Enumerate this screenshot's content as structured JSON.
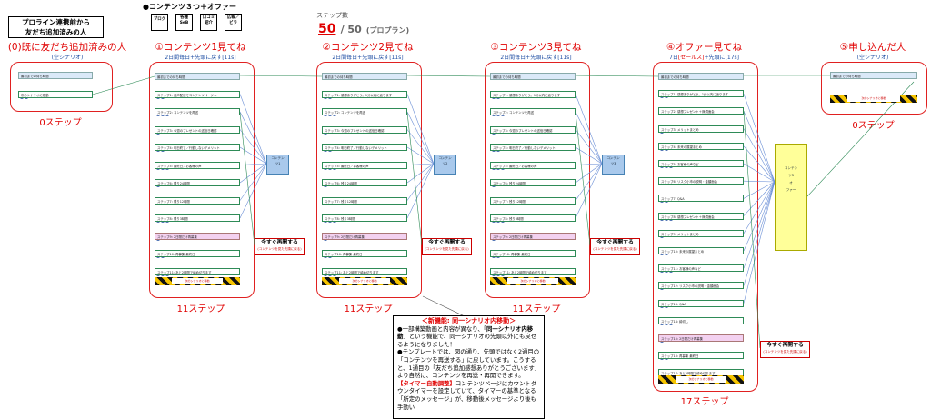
{
  "header": {
    "box_line1": "プロライン連携前から",
    "box_line2": "友だち追加済みの人",
    "offer_heading": "●コンテンツ３つ＋オファー",
    "icons": [
      {
        "name": "blog",
        "label": "ブログ"
      },
      {
        "name": "seminar",
        "label": "各種\nSeB"
      },
      {
        "name": "review",
        "label": "口コミ\n紹介"
      },
      {
        "name": "flyer",
        "label": "広報／\nビラ"
      }
    ],
    "step_label": "ステップ数",
    "step_current": "50",
    "step_total": "/ 50",
    "step_plan": "(プロプラン)"
  },
  "columns": [
    {
      "title": "(0)既に友だち追加済みの人",
      "sub": "(空シナリオ)",
      "steps": "0ステップ"
    },
    {
      "title": "①コンテンツ1見てね",
      "sub": "2日間毎日+先頭に戻す[11s]",
      "steps": "11ステップ"
    },
    {
      "title": "②コンテンツ2見てね",
      "sub": "2日間毎日+先頭に戻す[11s]",
      "steps": "11ステップ"
    },
    {
      "title": "③コンテンツ3見てね",
      "sub": "2日間毎日+先頭に戻す[11s]",
      "steps": "11ステップ"
    },
    {
      "title": "④オファー見てね",
      "sub_prefix": "7日",
      "sub_highlight": "[セールス]",
      "sub_suffix": "+先頭に[17s]",
      "steps": "17ステップ"
    },
    {
      "title": "⑤申し込んだ人",
      "sub": "(空シナリオ)",
      "steps": "0ステップ"
    }
  ],
  "col0_nodes": [
    "最初までの待ち時間",
    "次のシナリオに移動"
  ],
  "col1_nodes": [
    "最初までの待ち時間",
    "ステップ1: 音声配信でコンテンツページへ",
    "ステップ2: コンテンツを再送",
    "ステップ3: 今週のプレゼントの送信日確認",
    "ステップ4: 明日終了／行動しないデメリット",
    "ステップ5: 最終日／お客様の声",
    "ステップ6: 残り24時間",
    "ステップ7: 残り12時間",
    "ステップ8: 残り3時間",
    "ステップ9: 2日間だけ再募集",
    "ステップ10: 再募集 最終日",
    "ステップ11: あと2時間で締め切ります"
  ],
  "col2_nodes": [
    "最初までの待ち時間",
    "ステップ1: 感想ありがとう。1分以内に返ります",
    "ステップ2: コンテンツを再送",
    "ステップ3: 今週のプレゼントの送信日確認",
    "ステップ4: 明日終了／行動しないデメリット",
    "ステップ5: 最終日／お客様の声",
    "ステップ6: 残り24時間",
    "ステップ7: 残り12時間",
    "ステップ8: 残り3時間",
    "ステップ9: 2日間だけ再募集",
    "ステップ10: 再募集 最終日",
    "ステップ11: あと2時間で締め切ります"
  ],
  "col3_nodes": [
    "最初までの待ち時間",
    "ステップ1: 感想ありがとう。1分以内に返ります",
    "ステップ2: コンテンツを再送",
    "ステップ3: 今週のプレゼントの送信日確認",
    "ステップ4: 明日終了／行動しないデメリット",
    "ステップ5: 最終日／お客様の声",
    "ステップ6: 残り24時間",
    "ステップ7: 残り12時間",
    "ステップ8: 残り3時間",
    "ステップ9: 2日間だけ再募集",
    "ステップ10: 再募集 最終日",
    "ステップ11: あと2時間で締め切ります"
  ],
  "col4_nodes": [
    "最初までの待ち時間",
    "ステップ1: 感想ありがとう。1分以内に返ります",
    "ステップ2: 感想プレゼント＋無償面会",
    "ステップ3: メリットまとめ",
    "ステップ4: 未来の展望まとめ",
    "ステップ5: お客様の声など",
    "ステップ6: リスク小市の説明・金額面会",
    "ステップ7: Q&A",
    "ステップ8: 感想プレゼント＋無償面会",
    "ステップ9: メリットまとめ",
    "ステップ10: 未来の展望まとめ",
    "ステップ11: お客様の声など",
    "ステップ12: リスク小市の説明・金額面会",
    "ステップ13: Q&A",
    "ステップ14: 締切し",
    "ステップ15: 2日間だけ再募集",
    "ステップ16: 再募集 最終日",
    "ステップ17: あと2時間で締め切ります"
  ],
  "content_boxes": [
    "コンテン\nツ1",
    "コンテン\nツ2",
    "コンテン\nツ3",
    "コンテン\nツ3\nオ\nファー"
  ],
  "resend": {
    "title": "今すぐ再開する",
    "sub": "(コンテンツを見た先頭に戻る)"
  },
  "hazard_label": "次のシナリオに移動",
  "notice": {
    "title": "＜新機能: 同一シナリオ内移動＞",
    "p1a": "●一部構築動画と内容が異なり、「",
    "p1b": "同一シナリオ内移動",
    "p1c": "」という機能で、同一シナリオの先頭以外にも戻せるようになりました！",
    "p2": "●テンプレートでは、図の通り、先頭ではなく2通目の「コンテンツを再送する」に戻しています。こうすると、1通目の「友だち追加感想ありがとうございます」より自然に、コンテンツを再送・再開できます。",
    "p3a": "【タイマー自動調整】",
    "p3b": "コンテンツページにカウントダウンタイマーを設定していて、タイマーの基準となる「所定のメッセージ」が、移動後メッセージより後も手動い"
  }
}
